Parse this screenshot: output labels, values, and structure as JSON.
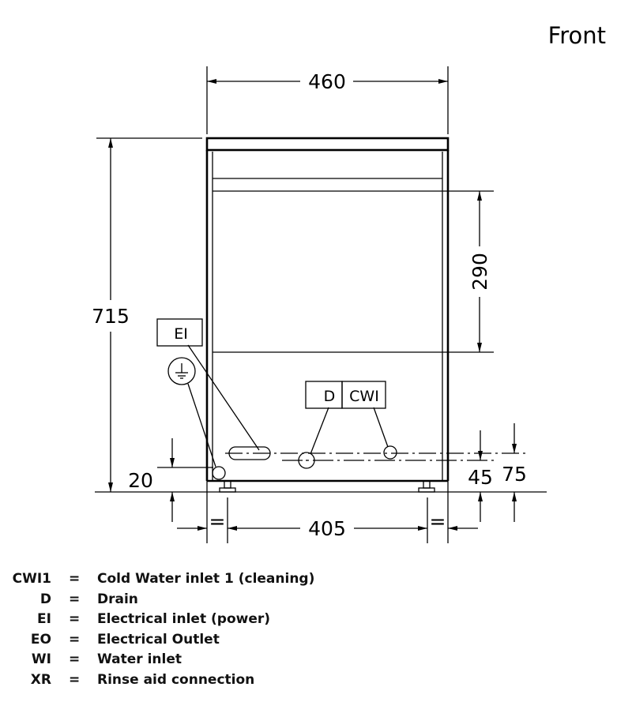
{
  "view_title": "Front",
  "dimensions": {
    "width_total": "460",
    "height_total": "715",
    "upper_section": "290",
    "foot_spacing": "405",
    "ground_height": "20",
    "drain_height": "45",
    "inlet_height": "75",
    "equal_mark": "="
  },
  "callouts": {
    "ei": "EI",
    "d": "D",
    "cwi": "CWI"
  },
  "icons": [
    "ground-symbol-icon"
  ],
  "legend": [
    {
      "code": "CWI1",
      "sep": "=",
      "desc": "Cold Water inlet 1 (cleaning)"
    },
    {
      "code": "D",
      "sep": "=",
      "desc": "Drain"
    },
    {
      "code": "EI",
      "sep": "=",
      "desc": "Electrical inlet (power)"
    },
    {
      "code": "EO",
      "sep": "=",
      "desc": "Electrical Outlet"
    },
    {
      "code": "WI",
      "sep": "=",
      "desc": "Water inlet"
    },
    {
      "code": "XR",
      "sep": "=",
      "desc": "Rinse aid connection"
    }
  ]
}
